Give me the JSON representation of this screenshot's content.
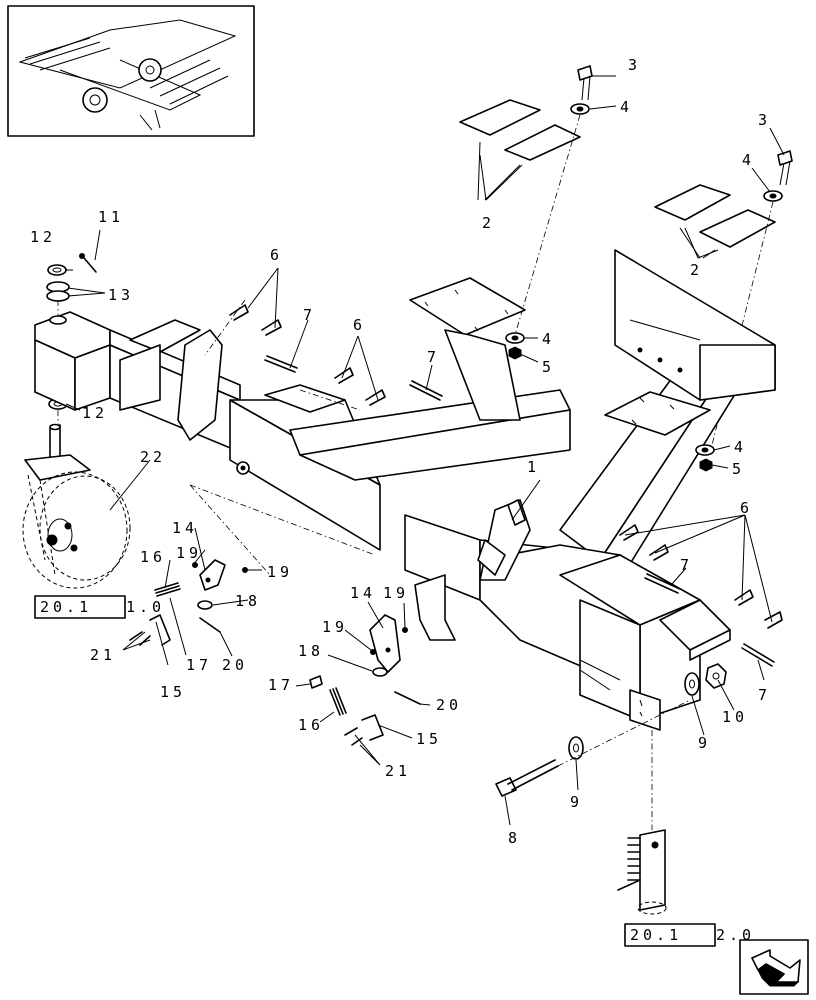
{
  "callouts": {
    "c1": "1",
    "c2a": "2",
    "c2b": "2",
    "c3a": "3",
    "c3b": "3",
    "c4a": "4",
    "c4b": "4",
    "c4c": "4",
    "c4d": "4",
    "c5a": "5",
    "c5b": "5",
    "c6a": "6",
    "c6b": "6",
    "c6c": "6",
    "c7a": "7",
    "c7b": "7",
    "c7c": "7",
    "c7d": "7",
    "c8": "8",
    "c9a": "9",
    "c9b": "9",
    "c10": "10",
    "c11": "11",
    "c12a": "12",
    "c12b": "12",
    "c13": "13",
    "c14a": "14",
    "c14b": "14",
    "c15a": "15",
    "c15b": "15",
    "c16a": "16",
    "c16b": "16",
    "c17a": "17",
    "c17b": "17",
    "c18a": "18",
    "c18b": "18",
    "c19a": "19",
    "c19b": "19",
    "c19c": "19",
    "c19d": "19",
    "c20a": "20",
    "c20b": "20",
    "c21a": "21",
    "c21b": "21",
    "c22": "22"
  },
  "references": {
    "ref_left": {
      "boxed": "20.1",
      "suffix": "1.0"
    },
    "ref_right": {
      "boxed": "20.1",
      "suffix": "2.0"
    }
  },
  "icons": {
    "thumbnail": "machine-overview-thumbnail",
    "nav": "next-page-arrow-icon"
  }
}
